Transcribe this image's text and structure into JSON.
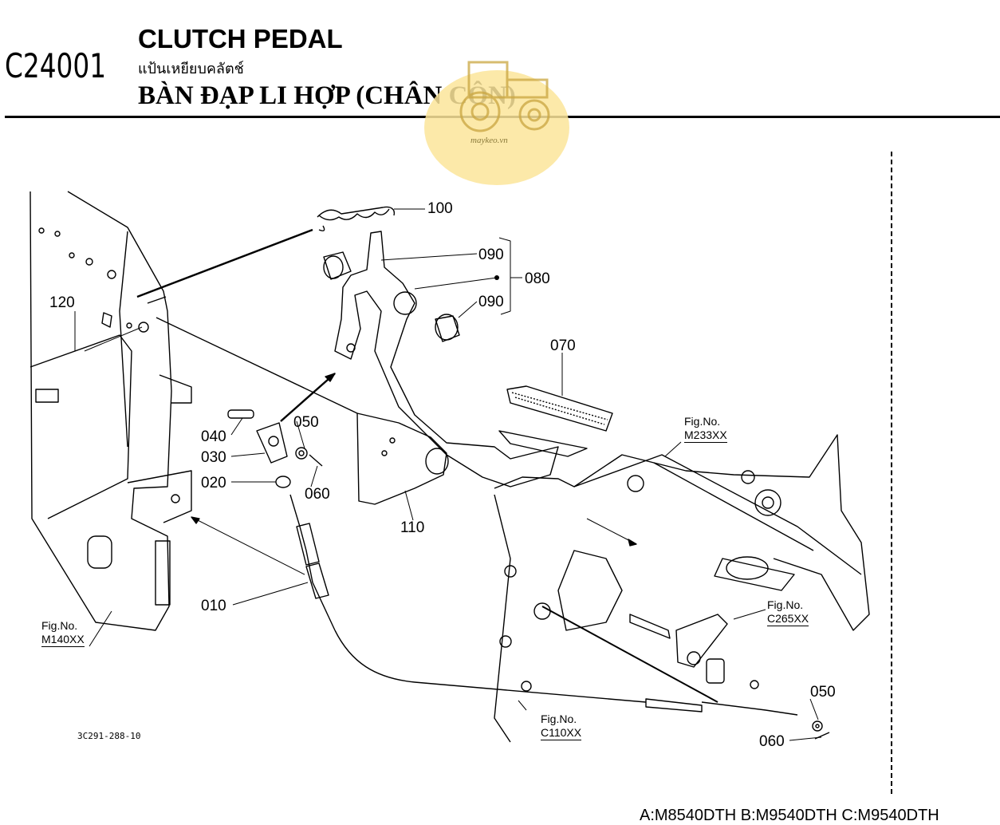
{
  "header": {
    "code": "C24001",
    "title_en": "CLUTCH PEDAL",
    "title_th": "แป้นเหยียบคลัตช์",
    "title_vi": "BÀN ĐẠP LI HỢP (CHÂN CÔN)"
  },
  "watermark": {
    "text": "maykeo.vn",
    "color": "#fbe59a",
    "icon": "tractor-icon"
  },
  "parts": {
    "p100": "100",
    "p090a": "090",
    "p080": "080",
    "p090b": "090",
    "p120": "120",
    "p070": "070",
    "p040": "040",
    "p050a": "050",
    "p030": "030",
    "p020": "020",
    "p060a": "060",
    "p110": "110",
    "p010": "010",
    "p050b": "050",
    "p060b": "060"
  },
  "figure_refs": {
    "m233_label": "Fig.No.",
    "m233": "M233XX",
    "c265_label": "Fig.No.",
    "c265": "C265XX",
    "m140_label": "Fig.No.",
    "m140": "M140XX",
    "c110_label": "Fig.No.",
    "c110": "C110XX"
  },
  "drawing_ref": "3C291-288-10",
  "models": "A:M8540DTH B:M9540DTH C:M9540DTH"
}
